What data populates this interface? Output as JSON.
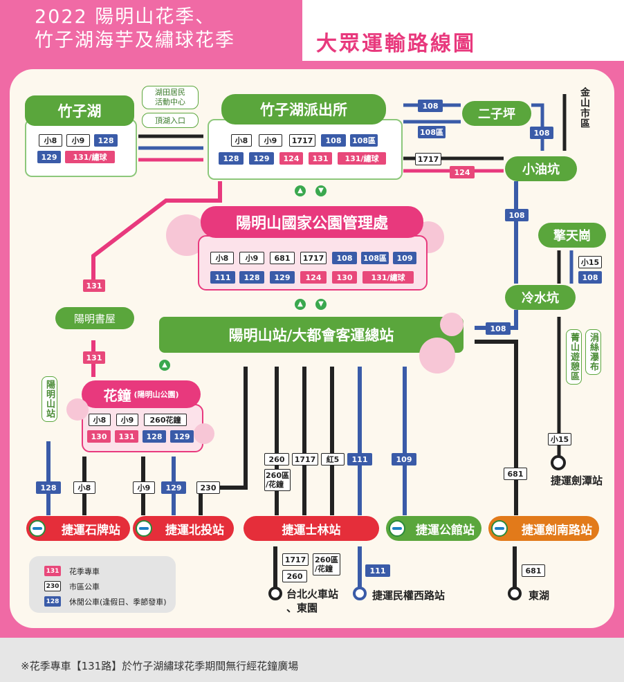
{
  "header": {
    "title_line1": "2022 陽明山花季、",
    "title_line2": "竹子湖海芋及繡球花季",
    "subtitle": "大眾運輸路線圖"
  },
  "stations": {
    "zhuzihu": "竹子湖",
    "police": "竹子湖派出所",
    "erziping": "二子坪",
    "xiaoyoukeng": "小油坑",
    "park_hq": "陽明山國家公園管理處",
    "yangming_book": "陽明書屋",
    "terminal": "陽明山站/大都會客運總站",
    "qingtiangang": "擎天崗",
    "lengshuikeng": "冷水坑",
    "huazhong": "花鐘",
    "huazhong_sub": "(陽明山公園)",
    "shipai": "捷運石牌站",
    "beitou": "捷運北投站",
    "shilin": "捷運士林站",
    "gongguan": "捷運公館站",
    "jiannan": "捷運劍南路站",
    "jiantan": "捷運劍潭站",
    "taipei_main": "台北火車站",
    "dongyuan": "、東園",
    "minquan": "捷運民權西路站",
    "donghu": "東湖",
    "jinshan": "金山市區",
    "yangmingshan_stop": "陽明山站",
    "jingshan": "菁山遊憩區",
    "juansi": "涓絲瀑布"
  },
  "notes": {
    "hutian": "湖田居民\n活動中心",
    "dinghu": "頂湖入口"
  },
  "routes": {
    "zhuzihu": [
      [
        "小8",
        "w"
      ],
      [
        "小9",
        "w"
      ],
      [
        "128",
        "b"
      ],
      [
        "129",
        "b"
      ],
      [
        "131/繡球",
        "p"
      ]
    ],
    "police": [
      [
        "小8",
        "w"
      ],
      [
        "小9",
        "w"
      ],
      [
        "1717",
        "w"
      ],
      [
        "108",
        "b"
      ],
      [
        "108區",
        "b"
      ],
      [
        "128",
        "b"
      ],
      [
        "129",
        "b"
      ],
      [
        "124",
        "p"
      ],
      [
        "131",
        "p"
      ],
      [
        "131/繡球",
        "p"
      ]
    ],
    "park_hq": [
      [
        "小8",
        "w"
      ],
      [
        "小9",
        "w"
      ],
      [
        "681",
        "w"
      ],
      [
        "1717",
        "w"
      ],
      [
        "108",
        "b"
      ],
      [
        "108區",
        "b"
      ],
      [
        "109",
        "b"
      ],
      [
        "111",
        "b"
      ],
      [
        "128",
        "b"
      ],
      [
        "129",
        "b"
      ],
      [
        "124",
        "p"
      ],
      [
        "130",
        "p"
      ],
      [
        "131/繡球",
        "p"
      ]
    ],
    "huazhong": [
      [
        "小8",
        "w"
      ],
      [
        "小9",
        "w"
      ],
      [
        "260花鐘",
        "w"
      ],
      [
        "130",
        "p"
      ],
      [
        "131",
        "p"
      ],
      [
        "128",
        "b"
      ],
      [
        "129",
        "b"
      ]
    ],
    "line_labels": {
      "r108a": "108",
      "r108b": "108區",
      "r1717": "1717",
      "r124": "124",
      "r108c": "108",
      "r108d": "108",
      "r108e": "108",
      "r131a": "131",
      "r131b": "131",
      "r128": "128",
      "rx8": "小8",
      "rx9": "小9",
      "r129": "129",
      "r230": "230",
      "r260": "260",
      "r1717b": "1717",
      "rred5": "紅5",
      "r111": "111",
      "r109": "109",
      "r260q": "260區\n/花鐘",
      "r681": "681",
      "r15a": "小15",
      "r108f": "108",
      "r15b": "小15",
      "r1717c": "1717",
      "r260q2": "260區\n/花鐘",
      "r260b": "260",
      "r111b": "111",
      "r681b": "681"
    }
  },
  "legend": [
    {
      "code": "131",
      "text": "花季專車"
    },
    {
      "code": "230",
      "text": "市區公車"
    },
    {
      "code": "128",
      "text": "休閒公車(逢假日、季節發車)"
    }
  ],
  "footnote": "※花季專車【131路】於竹子湖繡球花季期間無行經花鐘廣場",
  "colors": {
    "pink": "#e8397d",
    "blue": "#3a5ba8",
    "black": "#222222",
    "green": "#5aa63c",
    "red": "#e52e3a",
    "orange": "#e27a1a"
  }
}
